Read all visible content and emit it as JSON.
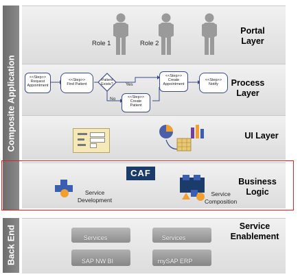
{
  "sidebar": {
    "composite_label": "Composite Application",
    "backend_label": "Back End"
  },
  "layers": {
    "portal": {
      "label": "Portal\nLayer",
      "roles": [
        "Role 1",
        "Role 2"
      ]
    },
    "process": {
      "label": "Process\nLayer",
      "steps": {
        "request": "<<Step>>\nRequest\nAppointment",
        "find": "<<Step>>\nFind Patient",
        "exists": "Patient\nExists?",
        "create_appt": "<<Step>>\nCreate\nAppointment",
        "notify": "<<Step>>\nNotify",
        "create_patient": "<<Step>>\nCreate\nPatient"
      },
      "yes": "Yes",
      "no": "No"
    },
    "ui": {
      "label": "UI Layer"
    },
    "business": {
      "label": "Business\nLogic",
      "caf": "CAF",
      "service_dev": "Service\nDevelopment",
      "service_comp": "Service\nComposition"
    },
    "backend": {
      "label": "Service\nEnablement",
      "services_1": "Services",
      "services_2": "Services",
      "sap_nw_bi": "SAP NW BI",
      "mysap_erp": "mySAP ERP"
    }
  },
  "colors": {
    "highlight": "#e02020",
    "caf_bg": "#1b3b6b",
    "sidebar": "#7a7a7a"
  }
}
